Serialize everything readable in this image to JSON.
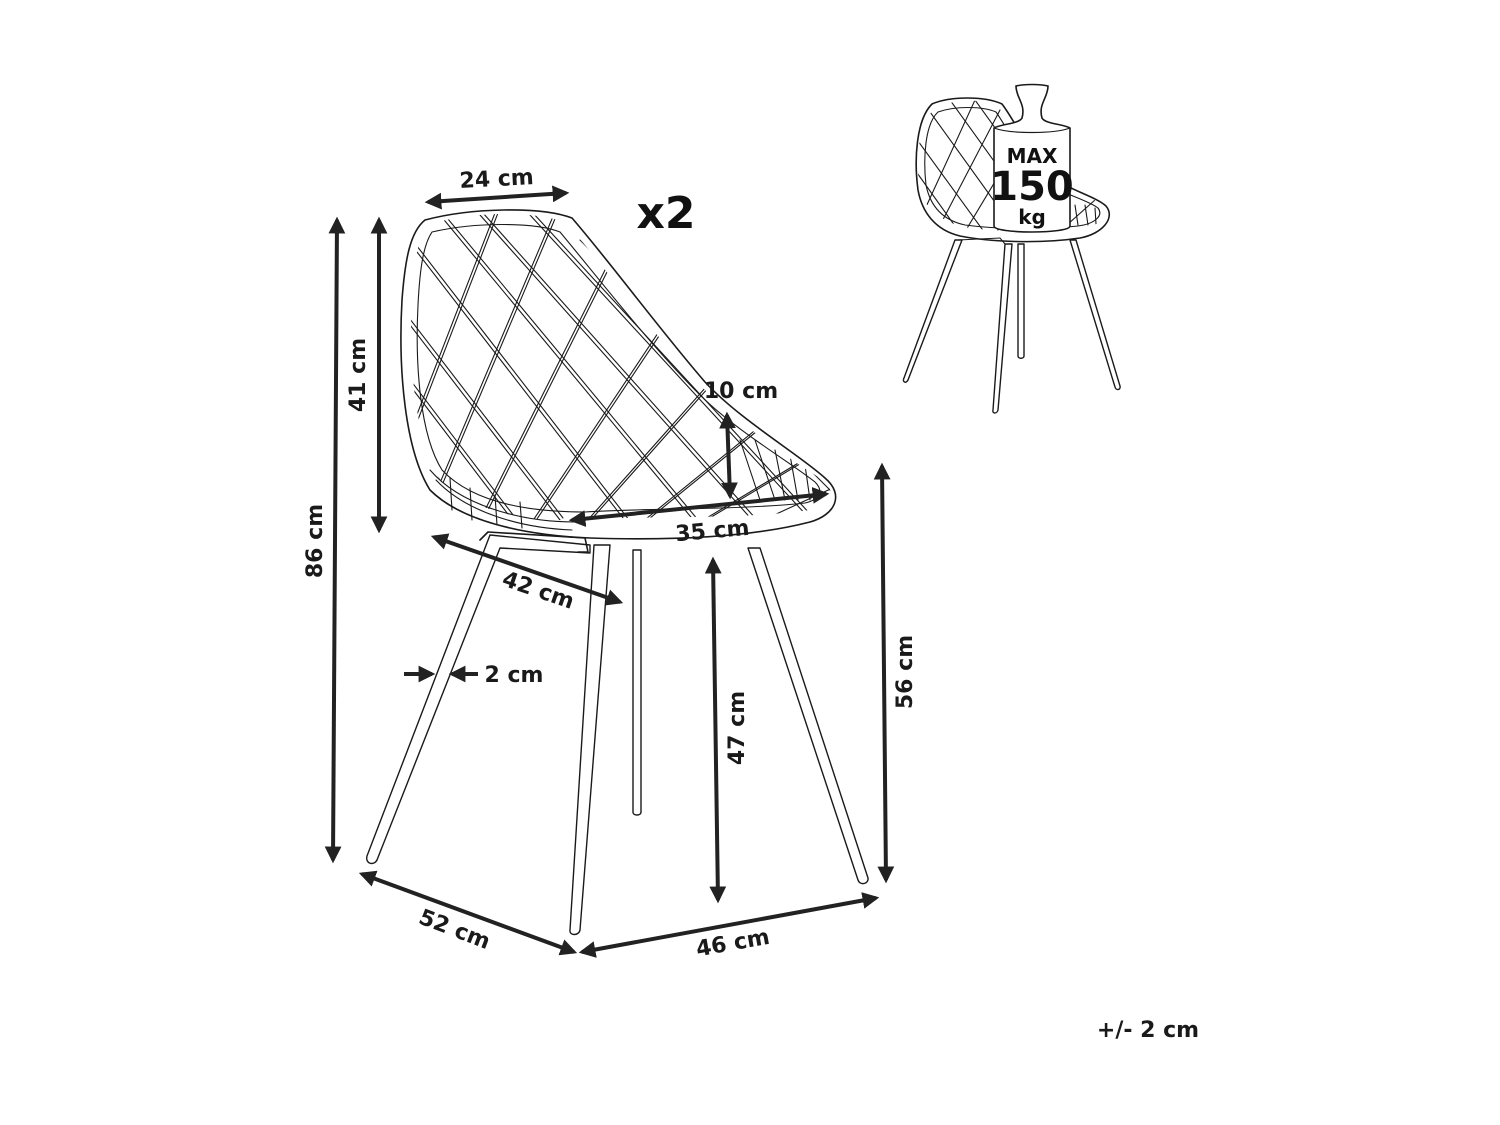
{
  "diagram": {
    "subject": "Chair dimensions",
    "quantity_label": "x2",
    "tolerance_label": "+/- 2 cm",
    "dimensions": {
      "backrest_top_width": "24 cm",
      "total_height": "86 cm",
      "backrest_height": "41 cm",
      "seat_lip_height": "10 cm",
      "seat_width": "35 cm",
      "seat_depth": "42 cm",
      "leg_thickness": "2 cm",
      "depth_footprint": "52 cm",
      "width_footprint": "46 cm",
      "seat_height_to_floor": "47 cm",
      "seat_edge_height": "56 cm"
    },
    "weight_badge": {
      "line1": "MAX",
      "line2": "150",
      "line3": "kg"
    },
    "colors": {
      "line": "#1a1a1a",
      "background": "#ffffff"
    }
  }
}
